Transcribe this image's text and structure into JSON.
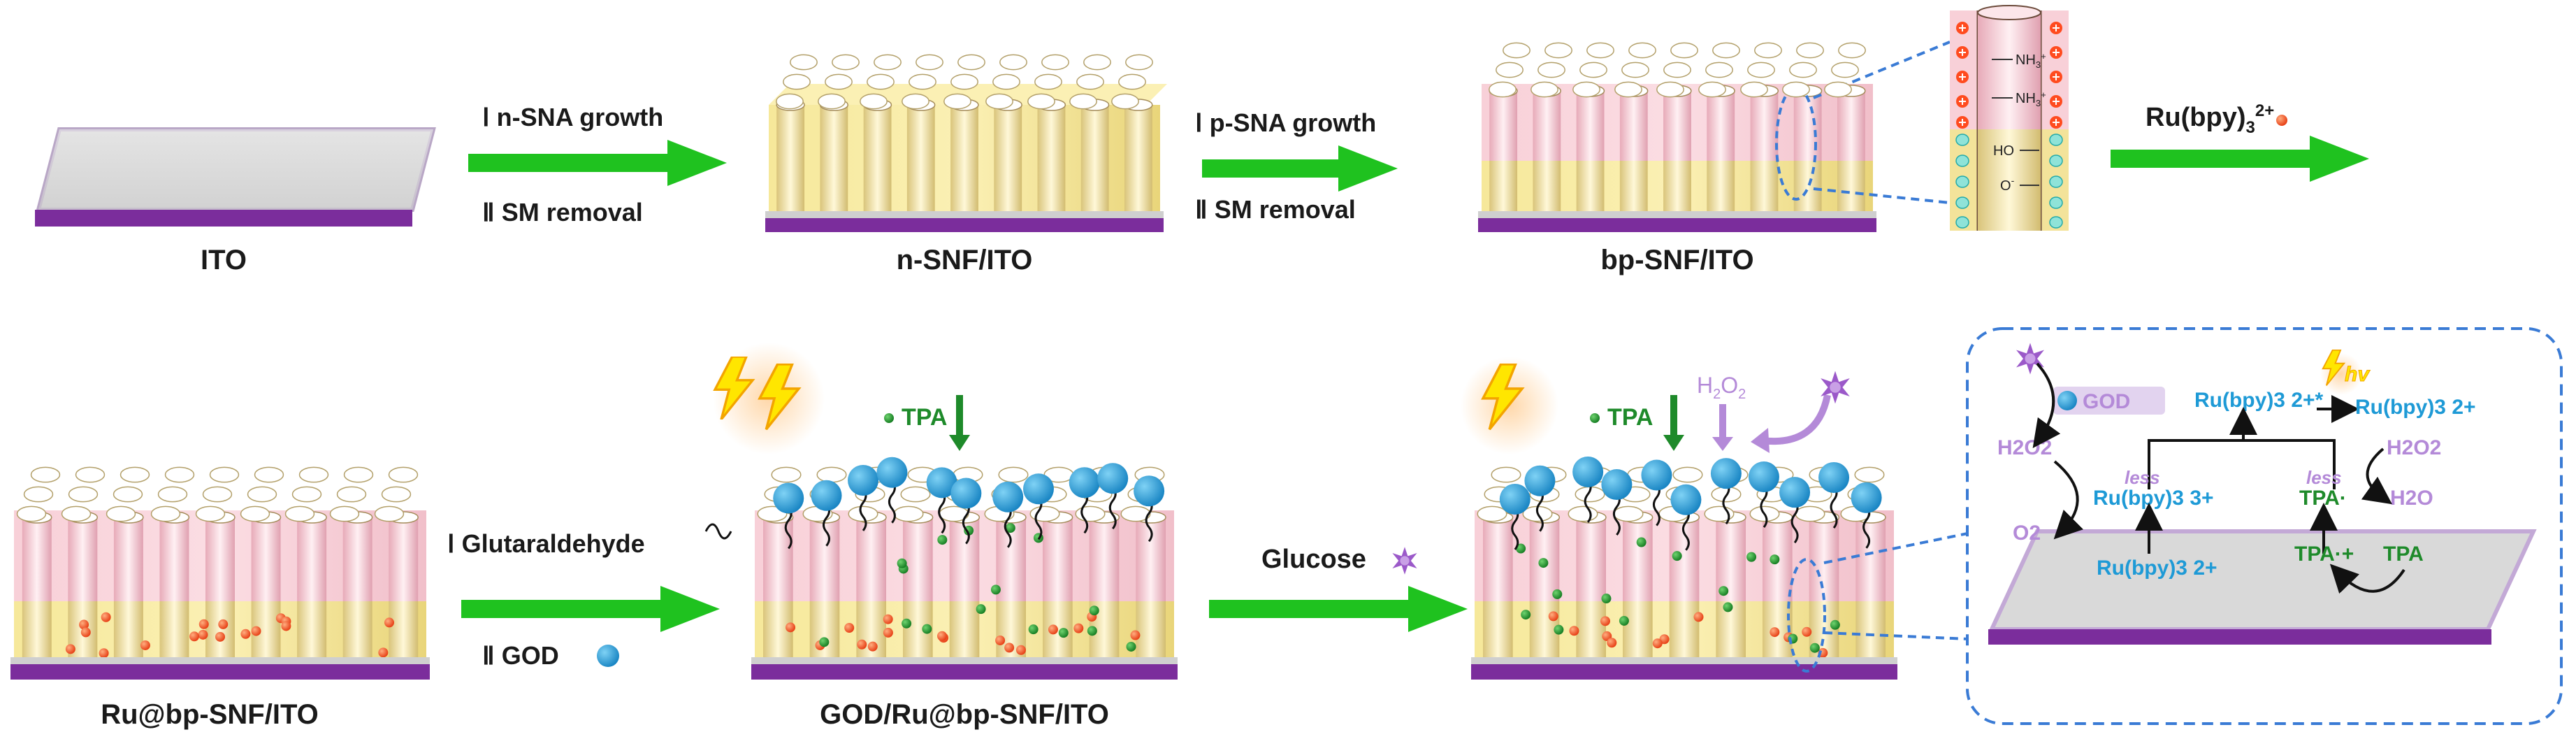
{
  "colors": {
    "arrow_green": "#1fc21f",
    "ito_purple": "#7b2d9c",
    "ito_surface": "#d9d9d9",
    "n_snf_yellow": "#f2e08a",
    "p_snf_pink": "#f6c9d2",
    "god_blue": "#1e9ad6",
    "tpa_green": "#1e8a2a",
    "ru_red": "#ff4b1f",
    "lavender": "#b48ad8",
    "dashed_blue": "#3a7bd5"
  },
  "row1": {
    "labels": {
      "ito": "ITO",
      "n_snf": "n-SNF/ITO",
      "bp_snf": "bp-SNF/ITO"
    },
    "step1": {
      "line1": "Ⅰ n-SNA growth",
      "line2": "Ⅱ SM removal"
    },
    "step2": {
      "line1": "Ⅰ p-SNA growth",
      "line2": "Ⅱ SM removal"
    },
    "ru_label": "Ru(bpy)",
    "ru_sub": "3",
    "ru_sup": "2+",
    "zoom": {
      "nh3_label_1": "NH",
      "nh3_label_2": "NH",
      "nh3_sub": "3",
      "nh3_sup": "+",
      "ho_label": "HO",
      "o_label": "O",
      "o_sup": "-"
    }
  },
  "row2": {
    "labels": {
      "ru_bp": "Ru@bp-SNF/ITO",
      "god_ru": "GOD/Ru@bp-SNF/ITO"
    },
    "step3": {
      "line1": "Ⅰ Glutaraldehyde",
      "line2": "Ⅱ GOD"
    },
    "tpa_label_1": "TPA",
    "tpa_label_2": "TPA",
    "glucose_label": "Glucose",
    "h2o2_top": "H",
    "h2o2_top_sub1": "2",
    "h2o2_top_o": "O",
    "h2o2_top_sub2": "2"
  },
  "mechanism": {
    "god_label": "GOD",
    "hv_label": "hv",
    "h2o2_left": "H2O2",
    "o2_left": "O2",
    "ru_excited": "Ru(bpy)3 2+*",
    "ru_ground_right": "Ru(bpy)3 2+",
    "less_1": "less",
    "ru3": "Ru(bpy)3 3+",
    "less_2": "less",
    "tpa_rad": "TPA·",
    "h2o2_right": "H2O2",
    "h2o_right": "H2O",
    "ru_bottom": "Ru(bpy)3 2+",
    "tpa_cation": "TPA·+",
    "tpa_bottom": "TPA"
  }
}
